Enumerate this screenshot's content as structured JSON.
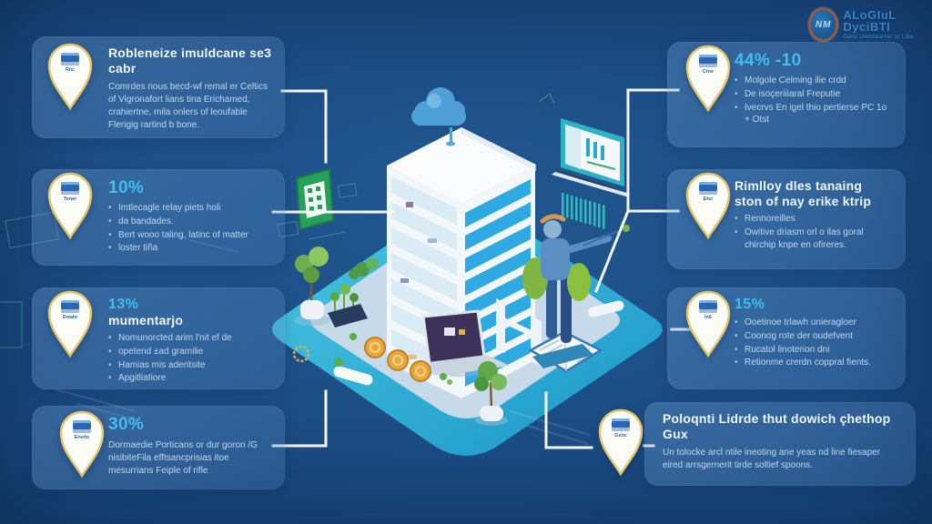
{
  "logo": {
    "badge": "NM",
    "line1": "ALoGIuL DyciBTl",
    "line2": "Geod Uteirnearner or Libe"
  },
  "pins": {
    "p1": {
      "label": "Ríic"
    },
    "p2": {
      "label": "Tener"
    },
    "p3": {
      "label": "Dwahr"
    },
    "p4": {
      "label": "Eneits"
    },
    "p5": {
      "label": "Ctne"
    },
    "p6": {
      "label": "Etsr"
    },
    "p7": {
      "label": "In6"
    },
    "p8": {
      "label": "Gsnc"
    }
  },
  "cards": {
    "c1": {
      "title": "Robleneize imuldcane se3 cabr",
      "body": "Comrdes nous becd-wf remal er Celtics of Vigronafort lians tina Erichamed, crahiertne, mila onlers of leoufable Flerigig rartind b bone."
    },
    "c2": {
      "pct": "10%",
      "bullets": [
        "Imtlecagle relay piets holi",
        "da bandades.",
        "Bert wooo taling, latinc of matter",
        "loster tiña"
      ]
    },
    "c3": {
      "pct": "13%",
      "title": "mumentarjo",
      "bullets": [
        "Nomunorcted arim l'nit ef de",
        "opetend ±ad gramilie",
        "Hamias mis aderitsite",
        "Apgitliatiore"
      ]
    },
    "c4": {
      "pct": "30%",
      "body": "Dormaedie Porticans or dur goron /G nisibiteFila efftsancprisias itoe mesurrians Feiple of rifle"
    },
    "c5": {
      "pct": "44% -10",
      "bullets": [
        "Molgole Celming ilie crdd",
        "De isoçeriiiaral Freputie",
        "Ivecrvs En igel thio pertierse PC 1o + Otst"
      ]
    },
    "c6": {
      "title": "Rimlloy dles tanaing ston of nay erike ktrip",
      "bullets": [
        "Rennoreilles",
        "Owitive driasm orl o ilas goral chirchip knpe en ofireres."
      ]
    },
    "c7": {
      "pct": "15%",
      "bullets": [
        "Ooetinoe trlawh unieragloer",
        "Coonog rote der oudefvent",
        "Rucatol linoterion dni",
        "Retionme crerdn coppral fients."
      ]
    },
    "c8": {
      "title": "Poloqnti Lidrde thut dowich çhethop Gux",
      "body": "Un tolocke arcl ntile ineoting ane yeas nd line fiesaper eired arrsgernerit tirde soltief spoons."
    }
  },
  "colors": {
    "accent_cyan": "#41bdee",
    "background_blue": "#1a4a81",
    "platform_teal": "#2ab4dc",
    "pin_gold": "#e3c46c",
    "card_text": "#bdd9f1"
  }
}
